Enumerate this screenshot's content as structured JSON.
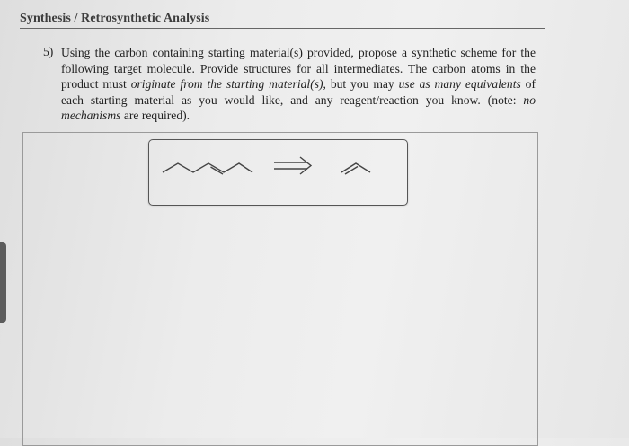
{
  "header": {
    "title": "Synthesis / Retrosynthetic Analysis"
  },
  "question": {
    "number": "5)",
    "segments": [
      {
        "text": "Using the carbon containing starting material(s) provided, propose a synthetic scheme for the following target molecule. Provide structures for all intermediates. The carbon atoms in the product must ",
        "italic": false
      },
      {
        "text": "originate from the starting material(s)",
        "italic": true
      },
      {
        "text": ", but you may ",
        "italic": false
      },
      {
        "text": "use as many equivalents",
        "italic": true
      },
      {
        "text": " of each starting material as you would like, and any reagent/reaction you know. (note: ",
        "italic": false
      },
      {
        "text": "no mechanisms",
        "italic": true
      },
      {
        "text": " are required).",
        "italic": false
      }
    ]
  },
  "scheme": {
    "target": "zigzag-chain-with-trans-alkene",
    "arrow": "retrosynthetic-arrow",
    "starting_material": "propene-skeletal"
  }
}
